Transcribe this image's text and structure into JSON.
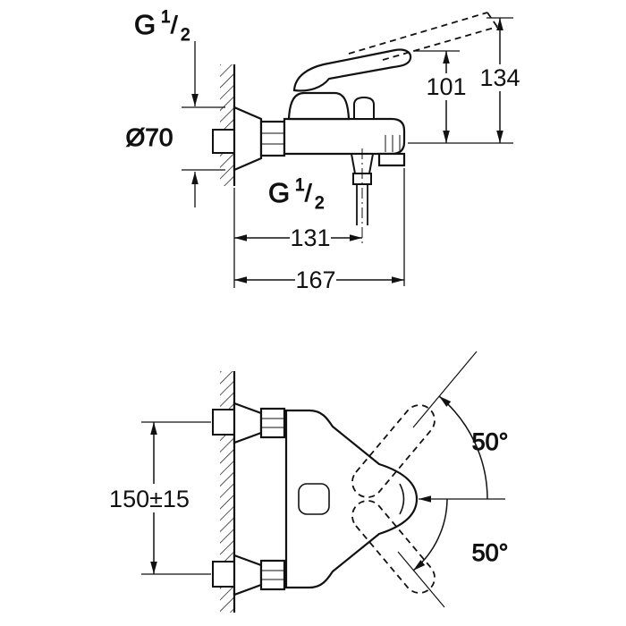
{
  "meta": {
    "background": "#ffffff",
    "ink": "#111111",
    "drawing_type": "bath-mixer-installation-dimensions"
  },
  "side_view": {
    "thread_label_top": {
      "letter": "G",
      "numerator": "1",
      "slash": "/",
      "denominator": "2"
    },
    "escutcheon_diameter": "Ø70",
    "spout_height": "101",
    "total_height": "134",
    "thread_label_outlet": {
      "letter": "G",
      "numerator": "1",
      "slash": "/",
      "denominator": "2"
    },
    "projection_to_hose_outlet": "131",
    "projection_total": "167"
  },
  "plan_view": {
    "connection_centers": "150±15",
    "swivel_angle_upper": "50°",
    "swivel_angle_lower": "50°"
  }
}
